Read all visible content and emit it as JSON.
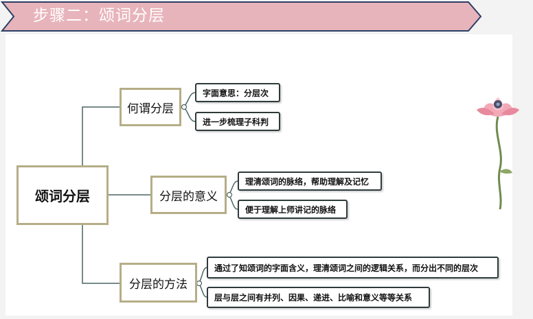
{
  "header": {
    "title": "步骤二：颂词分层",
    "colors": {
      "banner_fill": "#e8b4bb",
      "banner_border": "#2b3f66"
    }
  },
  "mindmap": {
    "root": "颂词分层",
    "branches": [
      {
        "label": "何谓分层",
        "items": [
          "字面意思：分层次",
          "进一步梳理子科判"
        ]
      },
      {
        "label": "分层的意义",
        "items": [
          "理清颂词的脉络，帮助理解及记忆",
          "便于理解上师讲记的脉络"
        ]
      },
      {
        "label": "分层的方法",
        "items": [
          "通过了知颂词的字面含义，理清颂词之间的逻辑关系，而分出不同的层次",
          "层与层之间有并列、因果、递进、比喻和意义等等关系"
        ]
      }
    ],
    "colors": {
      "branch_border": "#b5ad86",
      "leaf_border": "#2e3a3a",
      "connector": "#4a6464"
    }
  },
  "decoration": {
    "icon": "lotus-flower-icon"
  }
}
